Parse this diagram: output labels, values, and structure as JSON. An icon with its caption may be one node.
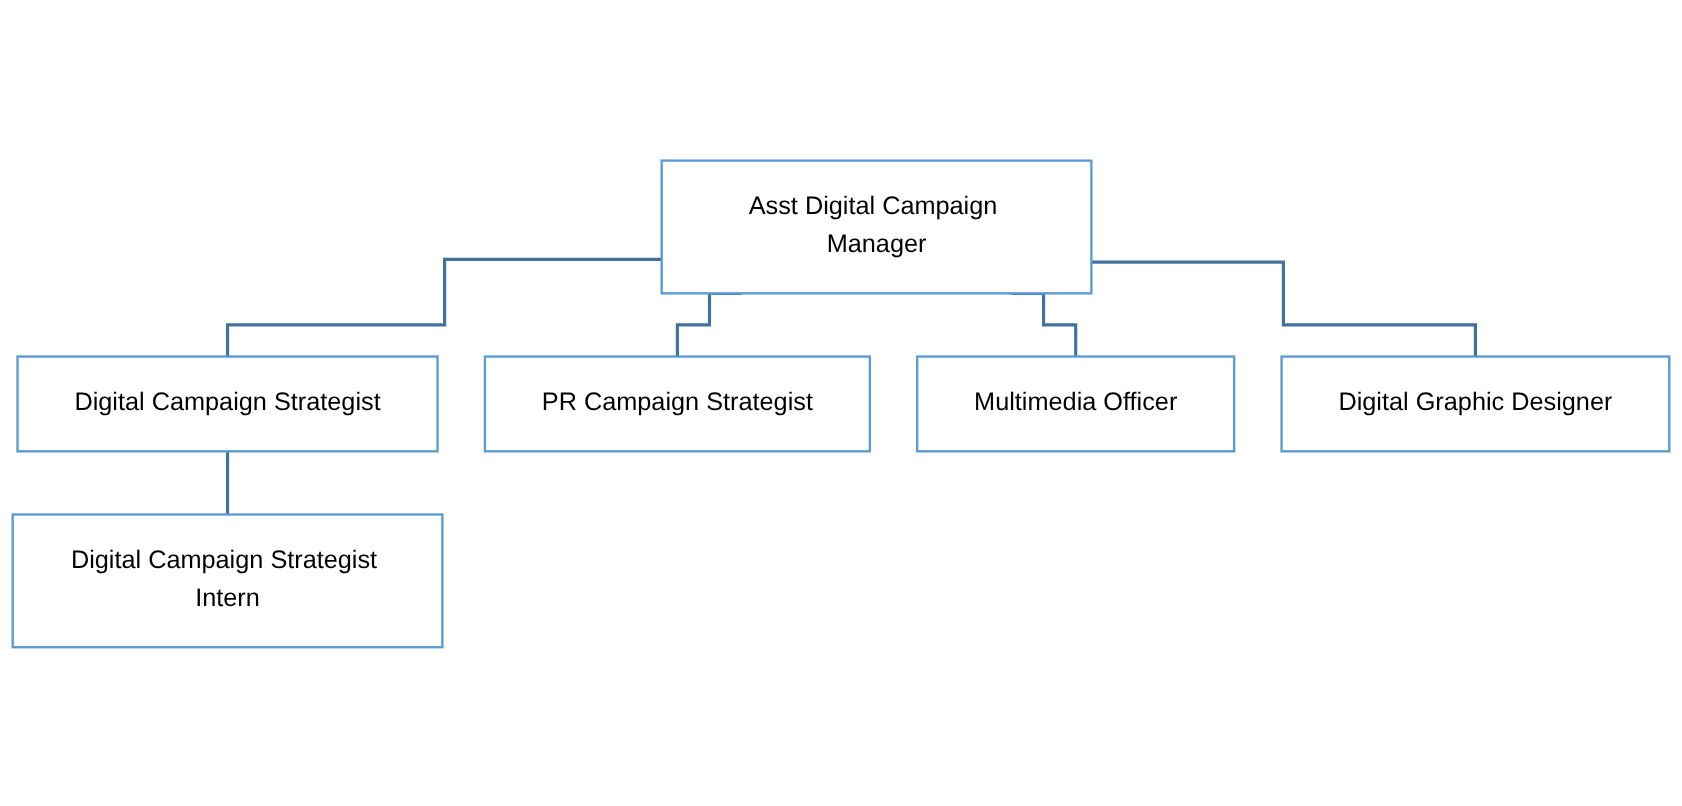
{
  "diagram": {
    "nodes": [
      {
        "text": [
          "Asst Digital Campaign Manager"
        ]
      },
      {
        "text": [
          "Digital Campaign Strategist"
        ]
      },
      {
        "text": [
          "PR Campaign Strategist"
        ]
      },
      {
        "text": [
          "Multimedia Officer"
        ]
      },
      {
        "text": [
          "Digital Graphic Designer"
        ]
      },
      {
        "text": [
          "Digital Campaign Strategist Intern"
        ]
      }
    ],
    "edges": [
      {
        "from": 0,
        "to": 1,
        "arrow": "none"
      },
      {
        "from": 0,
        "to": 2,
        "arrow": "none"
      },
      {
        "from": 0,
        "to": 3,
        "arrow": "none"
      },
      {
        "from": 0,
        "to": 4,
        "arrow": "none"
      },
      {
        "from": 1,
        "to": 5,
        "arrow": "none"
      }
    ]
  }
}
